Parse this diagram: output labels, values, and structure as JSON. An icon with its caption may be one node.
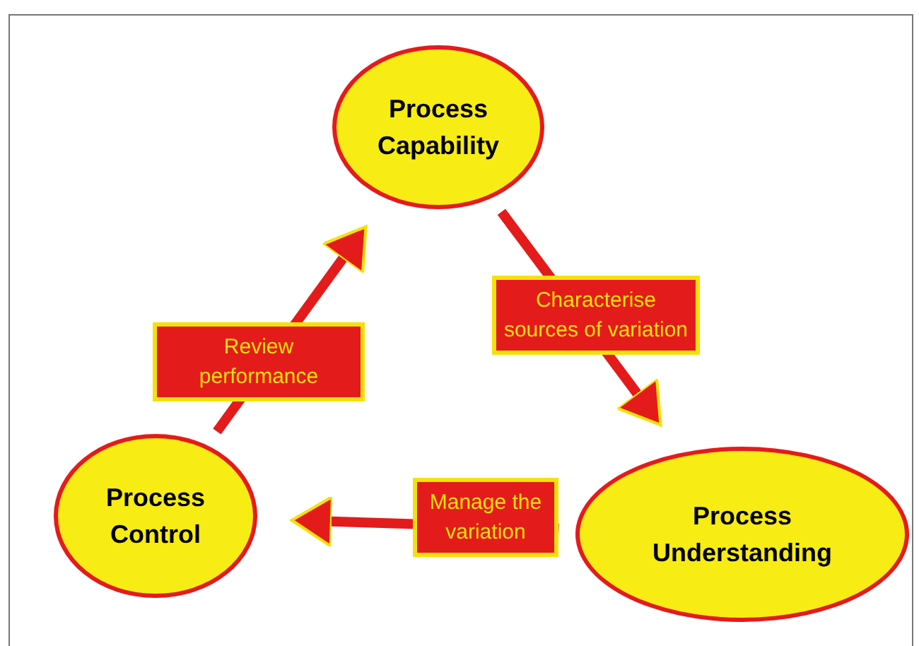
{
  "diagram": {
    "nodes": [
      {
        "text": [
          "Process Capability"
        ]
      },
      {
        "text": [
          "Process Understanding"
        ]
      },
      {
        "text": [
          "Process Control"
        ]
      }
    ],
    "edges": [
      {
        "from": 0,
        "to": 1,
        "arrow": "to",
        "label": "Characterise sources of variation"
      },
      {
        "from": 1,
        "to": 2,
        "arrow": "to",
        "label": "Manage the variation"
      },
      {
        "from": 2,
        "to": 0,
        "arrow": "to",
        "label": "Review performance"
      }
    ]
  }
}
